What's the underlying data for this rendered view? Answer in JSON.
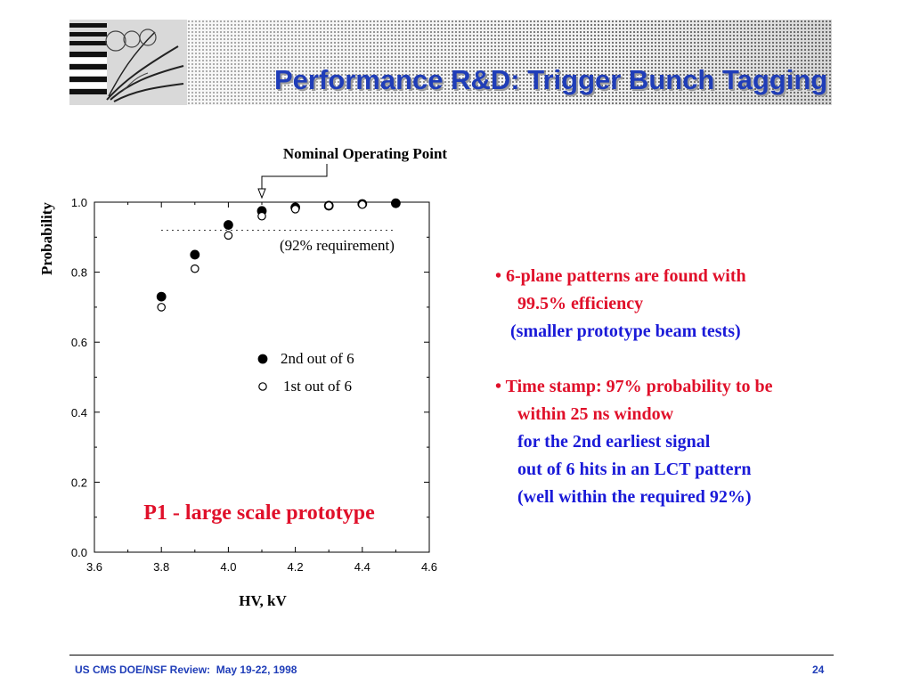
{
  "header": {
    "title": "Performance R&D: Trigger Bunch Tagging",
    "logo_icon": "cms-logo-icon"
  },
  "chart_data": {
    "type": "scatter",
    "annotation": "Nominal Operating Point",
    "annotation_x": 4.1,
    "xlabel": "HV, kV",
    "ylabel": "Probability",
    "xlim": [
      3.6,
      4.6
    ],
    "ylim": [
      0.0,
      1.0
    ],
    "x_ticks": [
      "3.6",
      "3.8",
      "4.0",
      "4.2",
      "4.4",
      "4.6"
    ],
    "y_ticks": [
      "0.0",
      "0.2",
      "0.4",
      "0.6",
      "0.8",
      "1.0"
    ],
    "x_tick_values": [
      3.6,
      3.8,
      4.0,
      4.2,
      4.4,
      4.6
    ],
    "y_tick_values": [
      0.0,
      0.2,
      0.4,
      0.6,
      0.8,
      1.0
    ],
    "requirement": {
      "label": "(92% requirement)",
      "value": 0.92,
      "x_range": [
        3.8,
        4.5
      ]
    },
    "subtitle": "P1 - large scale prototype",
    "subtitle_color": "#e0102a",
    "legend_placement": "center",
    "series": [
      {
        "name": "2nd out of 6",
        "marker": "filled-circle",
        "points": [
          [
            3.8,
            0.73
          ],
          [
            3.9,
            0.85
          ],
          [
            4.0,
            0.935
          ],
          [
            4.1,
            0.975
          ],
          [
            4.2,
            0.985
          ],
          [
            4.3,
            0.99
          ],
          [
            4.4,
            0.995
          ],
          [
            4.5,
            0.997
          ]
        ]
      },
      {
        "name": "1st out of 6",
        "marker": "open-circle",
        "points": [
          [
            3.8,
            0.7
          ],
          [
            3.9,
            0.81
          ],
          [
            4.0,
            0.905
          ],
          [
            4.1,
            0.96
          ],
          [
            4.2,
            0.98
          ],
          [
            4.3,
            0.99
          ],
          [
            4.4,
            0.993
          ]
        ]
      }
    ]
  },
  "bullets": {
    "b1_line1": "•  6-plane patterns are found with",
    "b1_line2": "99.5% efficiency",
    "b1_line3": "(smaller prototype beam tests)",
    "b2_line1": "•  Time stamp: 97% probability to be",
    "b2_line2": "within 25 ns window",
    "b2_line3": "for the 2nd earliest signal",
    "b2_line4": "out of 6 hits in an LCT pattern",
    "b2_line5": "(well within the required 92%)"
  },
  "colors": {
    "title": "#1f3db8",
    "red_text": "#e0102a",
    "blue_text": "#1a1ad8",
    "footer": "#1f3db8"
  },
  "footer": {
    "left": "US CMS DOE/NSF Review:  May 19-22, 1998",
    "page": "24"
  }
}
